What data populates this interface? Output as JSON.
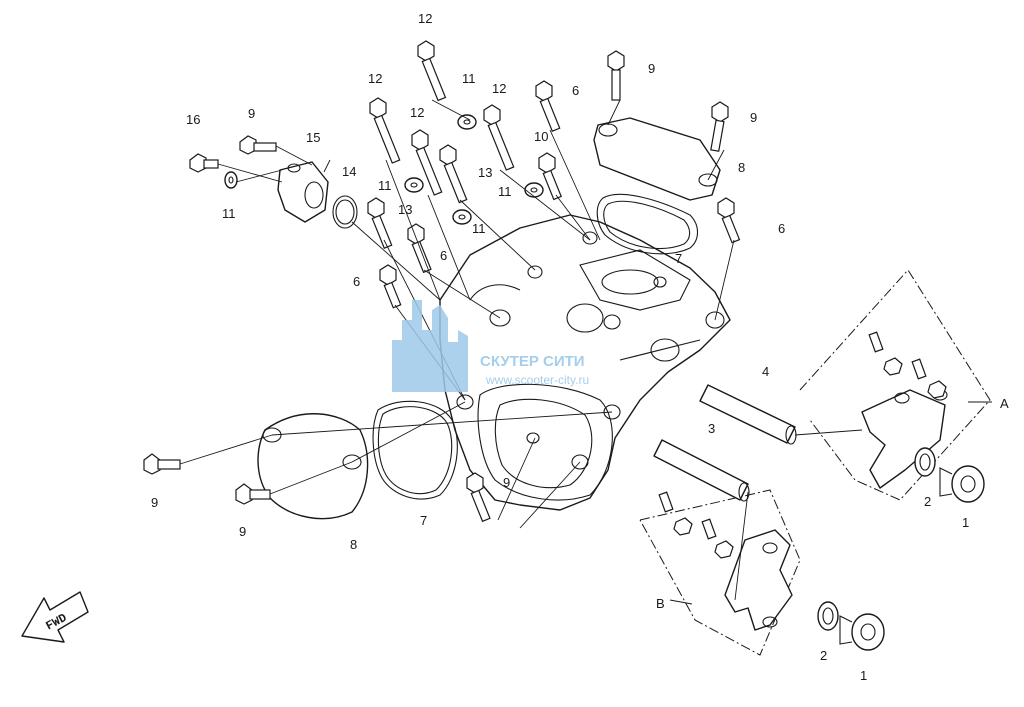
{
  "diagram": {
    "callouts": [
      {
        "id": "c12a",
        "text": "12"
      },
      {
        "id": "c12b",
        "text": "12"
      },
      {
        "id": "c12c",
        "text": "12"
      },
      {
        "id": "c12d",
        "text": "12"
      },
      {
        "id": "c11a",
        "text": "11"
      },
      {
        "id": "c11b",
        "text": "11"
      },
      {
        "id": "c11c",
        "text": "11"
      },
      {
        "id": "c11d",
        "text": "11"
      },
      {
        "id": "c11e",
        "text": "11"
      },
      {
        "id": "c9a",
        "text": "9"
      },
      {
        "id": "c9b",
        "text": "9"
      },
      {
        "id": "c9c",
        "text": "9"
      },
      {
        "id": "c9d",
        "text": "9"
      },
      {
        "id": "c9e",
        "text": "9"
      },
      {
        "id": "c9f",
        "text": "9"
      },
      {
        "id": "c6a",
        "text": "6"
      },
      {
        "id": "c6b",
        "text": "6"
      },
      {
        "id": "c6c",
        "text": "6"
      },
      {
        "id": "c6d",
        "text": "6"
      },
      {
        "id": "c16",
        "text": "16"
      },
      {
        "id": "c15",
        "text": "15"
      },
      {
        "id": "c14",
        "text": "14"
      },
      {
        "id": "c13a",
        "text": "13"
      },
      {
        "id": "c13b",
        "text": "13"
      },
      {
        "id": "c10",
        "text": "10"
      },
      {
        "id": "c8a",
        "text": "8"
      },
      {
        "id": "c8b",
        "text": "8"
      },
      {
        "id": "c7a",
        "text": "7"
      },
      {
        "id": "c7b",
        "text": "7"
      },
      {
        "id": "c4",
        "text": "4"
      },
      {
        "id": "c3",
        "text": "3"
      },
      {
        "id": "c2a",
        "text": "2"
      },
      {
        "id": "c2b",
        "text": "2"
      },
      {
        "id": "c1a",
        "text": "1"
      },
      {
        "id": "c1b",
        "text": "1"
      },
      {
        "id": "cA",
        "text": "A"
      },
      {
        "id": "cB",
        "text": "B"
      }
    ],
    "fwd_label": "FWD",
    "watermark": {
      "name": "СКУТЕР СИТИ",
      "url": "www.scooter-city.ru",
      "color": "#9cc9ea"
    },
    "line_color": "#1a1a1a"
  }
}
